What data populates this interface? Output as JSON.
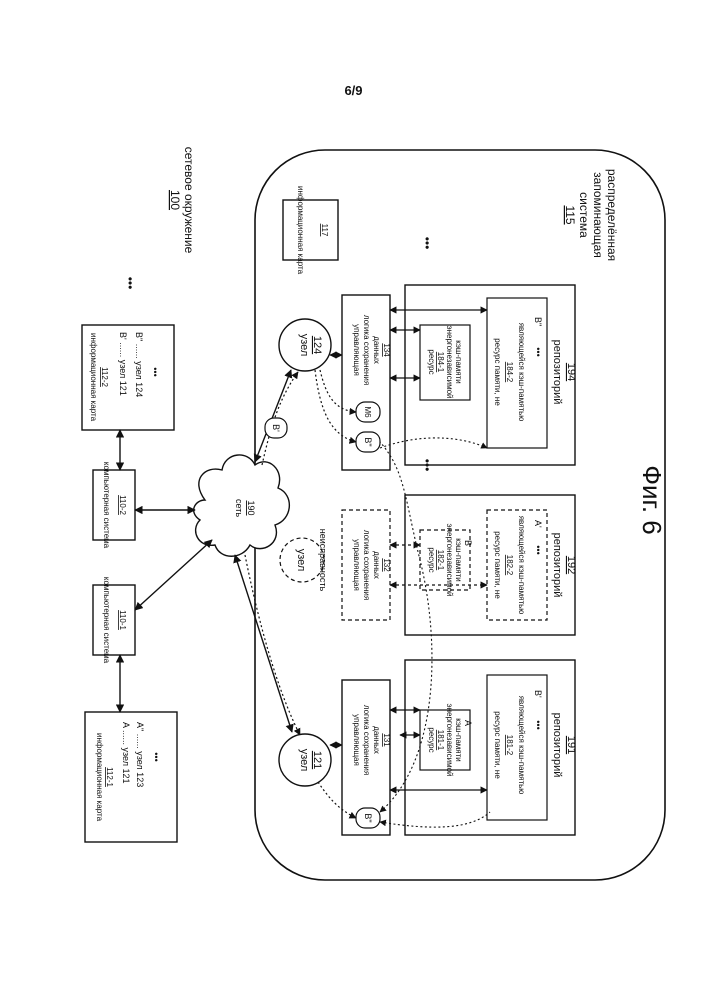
{
  "page_number": "6/9",
  "figure_caption": "Фиг. 6",
  "environment": {
    "label": "сетевое окружение",
    "ref": "100"
  },
  "storage_system": {
    "label_lines": [
      "распределённая",
      "запоминающая",
      "система"
    ],
    "ref": "115"
  },
  "info_cards": {
    "card_1": {
      "title": "информационная карта",
      "ref": "112-1",
      "rows": [
        "A ...... узел 121",
        "A\" ...... узел 123"
      ]
    },
    "card_2": {
      "title": "информационная карта",
      "ref": "112-2",
      "rows": [
        "B' ...... узел 121",
        "B\" ...... узел 124"
      ]
    },
    "card_117": {
      "title": "информационная карта",
      "ref": "117"
    }
  },
  "computer_systems": {
    "cs_1": {
      "label": "компьютерная система",
      "ref": "110-1"
    },
    "cs_2": {
      "label": "компьютерная система",
      "ref": "110-2"
    }
  },
  "network": {
    "label": "сеть",
    "ref": "190"
  },
  "message_labels": {
    "b_prime": "B'",
    "b_double": "B\"",
    "m6": "M6"
  },
  "nodes": {
    "node_121": {
      "label": "узел",
      "ref": "121"
    },
    "node_124": {
      "label": "узел",
      "ref": "124"
    },
    "node_123": {
      "label": "узел",
      "ref": "",
      "status": "неисправность"
    }
  },
  "logic_blocks": {
    "logic_131": {
      "lines": [
        "управляющая",
        "логика сохранения",
        "данных"
      ],
      "ref": "131"
    },
    "logic_132": {
      "lines": [
        "управляющая",
        "логика сохранения",
        "данных"
      ],
      "ref": "132"
    },
    "logic_134": {
      "lines": [
        "управляющая",
        "логика сохранения",
        "данных"
      ],
      "ref": "134"
    }
  },
  "repositories": {
    "repo_191": {
      "label": "репозиторий",
      "ref": "191",
      "cache": {
        "lines": [
          "ресурс",
          "181-1",
          "энергонезависимой",
          "кэш-памяти"
        ],
        "content": "A"
      },
      "noncache": {
        "lines": [
          "ресурс памяти, не",
          "181-2",
          "являющейся кэш-памятью"
        ],
        "content": "B'"
      }
    },
    "repo_192": {
      "label": "репозиторий",
      "ref": "192",
      "cache": {
        "lines": [
          "ресурс",
          "182-1",
          "энергонезависимой",
          "кэш-памяти"
        ],
        "content": "B"
      },
      "noncache": {
        "lines": [
          "ресурс памяти, не",
          "182-2",
          "являющейся кэш-памятью"
        ],
        "content": "A'"
      }
    },
    "repo_194": {
      "label": "репозиторий",
      "ref": "194",
      "cache": {
        "lines": [
          "ресурс",
          "184-1",
          "энергонезависимой",
          "кэш-памяти"
        ],
        "content": ""
      },
      "noncache": {
        "lines": [
          "ресурс памяти, не",
          "184-2",
          "являющейся кэш-памятью"
        ],
        "content": "B\""
      }
    }
  },
  "ellipsis": "•••"
}
